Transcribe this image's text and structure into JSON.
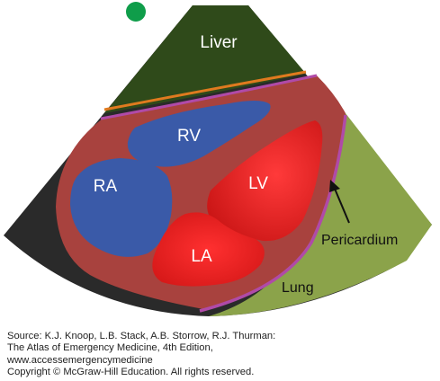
{
  "labels": {
    "liver": "Liver",
    "rv": "RV",
    "ra": "RA",
    "lv": "LV",
    "la": "LA",
    "pericardium": "Pericardium",
    "lung": "Lung"
  },
  "source": {
    "line1": "Source: K.J. Knoop, L.B. Stack, A.B. Storrow, R.J. Thurman:",
    "line2": "The Atlas of Emergency Medicine, 4th Edition,",
    "line3": "www.accessemergencymedicine",
    "line4": "Copyright © McGraw-Hill Education. All rights reserved."
  },
  "colors": {
    "marker": "#0f9d4a",
    "liver": "#2f4a1a",
    "lung": "#8ba34a",
    "heart": "#a8423e",
    "background": "#2a2a2a",
    "pericardium_line": "#b04aa8",
    "liver_border": "#e07a1f",
    "right_chambers": "#3a5aa8",
    "left_chambers": "#e02020"
  }
}
